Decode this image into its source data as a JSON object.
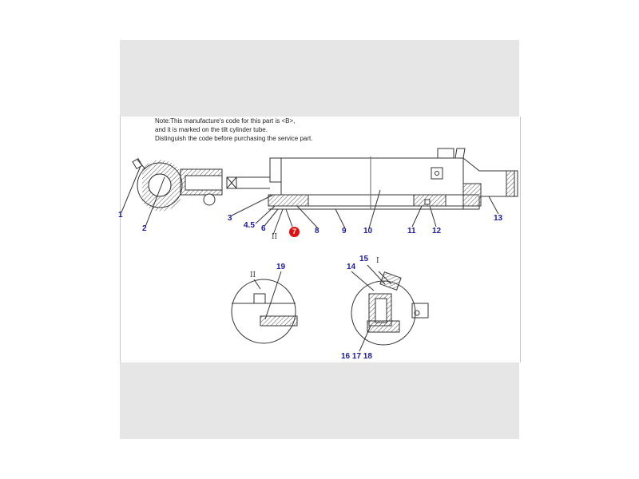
{
  "note": {
    "line1": "Note:This manufacture's code for this part is <B>,",
    "line2": "and it is marked on the tilt cylinder tube.",
    "line3": "Distinguish the code before purchasing the service part."
  },
  "callouts": {
    "c1": "1",
    "c2": "2",
    "c3": "3",
    "c4_5": "4.5",
    "c6": "6",
    "c7": "7",
    "c8": "8",
    "c9": "9",
    "c10": "10",
    "c11": "11",
    "c12": "12",
    "c13": "13",
    "c14": "14",
    "c15": "15",
    "c16_17_18": "16 17 18",
    "c19": "19"
  },
  "roman": {
    "r2a": "II",
    "r2b": "II",
    "r1": "I"
  },
  "colors": {
    "callout": "#1a1a9a",
    "highlight": "#e01010",
    "hatch": "#555555",
    "frame": "#e6e6e6"
  }
}
